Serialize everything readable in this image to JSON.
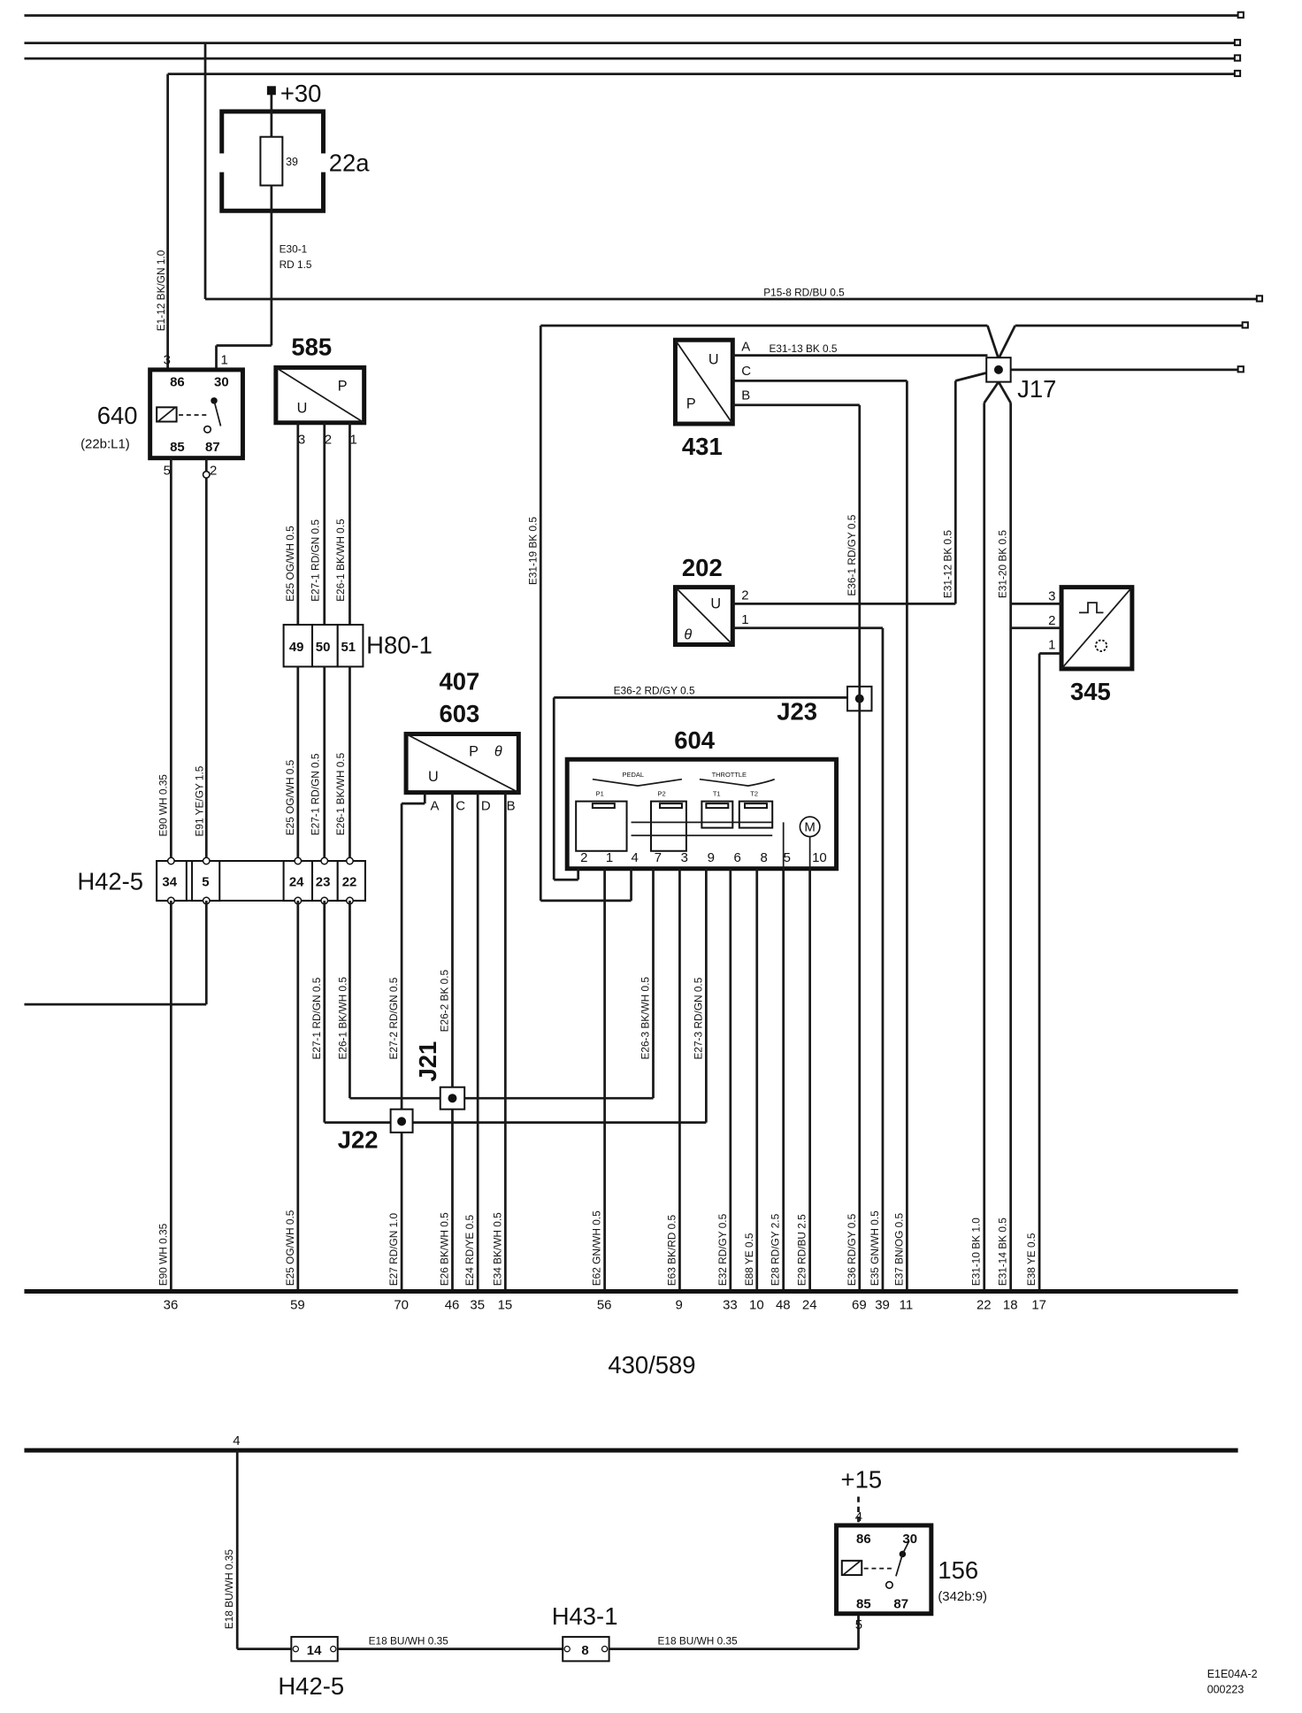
{
  "components": {
    "c22a": {
      "id": "22a",
      "supply": "+30",
      "fuse": "39"
    },
    "c640": {
      "id": "640",
      "sub": "(22b:L1)",
      "pins": [
        "86",
        "30",
        "85",
        "87"
      ],
      "conn": [
        "3",
        "1",
        "5",
        "2"
      ]
    },
    "c585": {
      "id": "585",
      "u": "U",
      "p": "P",
      "conn": [
        "3",
        "2",
        "1"
      ]
    },
    "c431": {
      "id": "431",
      "u": "U",
      "p": "P",
      "pins": [
        "A",
        "C",
        "B"
      ]
    },
    "c202": {
      "id": "202",
      "u": "U",
      "theta": "θ",
      "pins": [
        "2",
        "1"
      ]
    },
    "c345": {
      "id": "345",
      "pins": [
        "3",
        "2",
        "1"
      ]
    },
    "c407": {
      "id": "407"
    },
    "c603": {
      "id": "603",
      "u": "U",
      "p": "P",
      "theta": "θ",
      "pins": [
        "A",
        "C",
        "D",
        "B"
      ]
    },
    "c604": {
      "id": "604",
      "pedal": "PEDAL",
      "throttle": "THROTTLE",
      "sensors": [
        "P1",
        "P2",
        "T1",
        "T2"
      ],
      "motor": "M",
      "pins": [
        "2",
        "1",
        "4",
        "7",
        "3",
        "9",
        "6",
        "8",
        "5",
        "10"
      ]
    },
    "c156": {
      "id": "156",
      "supply": "+15",
      "sub": "(342b:9)",
      "pins": [
        "86",
        "30",
        "85",
        "87"
      ],
      "conn": [
        "4",
        "5"
      ]
    }
  },
  "connectors": {
    "h80": {
      "id": "H80-1",
      "pins": [
        "49",
        "50",
        "51"
      ]
    },
    "h42": {
      "id": "H42-5",
      "pins": [
        "34",
        "5",
        "24",
        "23",
        "22"
      ]
    },
    "h42b": {
      "id": "H42-5",
      "pins": [
        "14"
      ]
    },
    "h43": {
      "id": "H43-1",
      "pins": [
        "8"
      ]
    }
  },
  "junctions": {
    "j17": "J17",
    "j23": "J23",
    "j21": "J21",
    "j22": "J22"
  },
  "wires": {
    "e1_12": "E1-12   BK/GN   1.0",
    "e30_1a": "E30-1",
    "e30_1b": "RD     1.5",
    "p15_8": "P15-8     RD/BU     0.5",
    "e31_13": "E31-13    BK     0.5",
    "e31_19": "E31-19   BK   0.5",
    "e36_1": "E36-1   RD/GY   0.5",
    "e31_12": "E31-12   BK   0.5",
    "e31_20": "E31-20   BK   0.5",
    "e36_2": "E36-2      RD/GY      0.5",
    "h80_top": [
      "E25   OG/WH   0.5",
      "E27-1   RD/GN   0.5",
      "E26-1   BK/WH   0.5"
    ],
    "h80_bot": [
      "E25   OG/WH   0.5",
      "E27-1   RD/GN   0.5",
      "E26-1   BK/WH   0.5"
    ],
    "e90_top": "E90   WH   0.35",
    "e91_top": "E91   YE/GY   1.5",
    "mid": [
      "E27-1   RD/GN   0.5",
      "E26-1   BK/WH   0.5",
      "E27-2   RD/GN   0.5",
      "E26-2   BK   0.5",
      "E26-3   BK/WH   0.5",
      "E27-3   RD/GN   0.5"
    ],
    "bottom": [
      "E90   WH   0.35",
      "E25   OG/WH   0.5",
      "E27   RD/GN   1.0",
      "E26   BK/WH   0.5",
      "E24   RD/YE   0.5",
      "E34   BK/WH   0.5",
      "E62   GN/WH   0.5",
      "E63   BK/RD   0.5",
      "E32   RD/GY   0.5",
      "E88   YE   0.5",
      "E28   RD/GY   2.5",
      "E29   RD/BU   2.5",
      "E36   RD/GY   0.5",
      "E35   GN/WH   0.5",
      "E37   BN/OG   0.5",
      "E31-10   BK   1.0",
      "E31-14   BK   0.5",
      "E38   YE   0.5"
    ],
    "e18_vert": "E18   BU/WH   0.35",
    "e18_h1": "E18     BU/WH     0.35",
    "e18_h2": "E18     BU/WH     0.35"
  },
  "ecu_pins": [
    "36",
    "59",
    "70",
    "46",
    "35",
    "15",
    "56",
    "9",
    "33",
    "10",
    "48",
    "24",
    "69",
    "39",
    "11",
    "22",
    "18",
    "17"
  ],
  "ecu_label": "430/589",
  "bus_pin": "4",
  "doc_ref": [
    "E1E04A-2",
    "000223"
  ]
}
